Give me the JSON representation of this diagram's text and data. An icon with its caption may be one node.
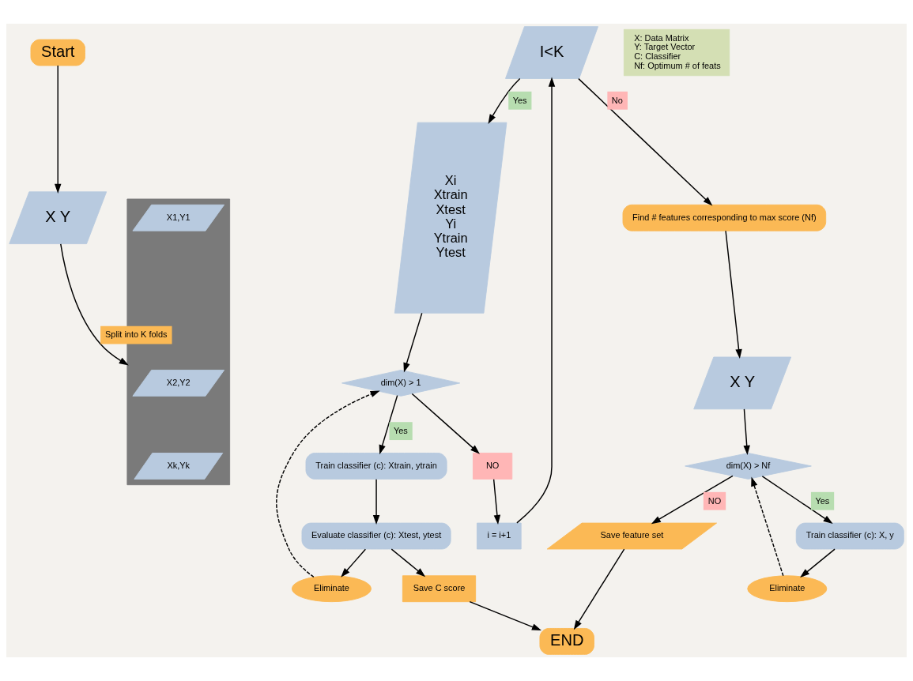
{
  "diagram": {
    "nodes": [
      {
        "text": [
          "Start"
        ]
      },
      {
        "text": [
          "X Y"
        ]
      },
      {
        "text": [],
        "shape": "box"
      },
      {
        "text": [
          "X1,Y1"
        ],
        "in": 2
      },
      {
        "text": [
          "X2,Y2"
        ],
        "in": 2
      },
      {
        "text": [
          "Xk,Yk"
        ],
        "in": 2
      },
      {
        "text": [
          "I<K"
        ]
      },
      {
        "text": [
          "Xi",
          "Xtrain",
          "Xtest",
          "Yi",
          "Ytrain",
          "Ytest"
        ]
      },
      {
        "text": [
          "dim(X) > 1"
        ]
      },
      {
        "text": [
          "NO"
        ]
      },
      {
        "text": [
          "i = i+1"
        ]
      },
      {
        "text": [
          "Train classifier (c): Xtrain, ytrain"
        ]
      },
      {
        "text": [
          "Evaluate classifier (c): Xtest, ytest"
        ]
      },
      {
        "text": [
          "Eliminate"
        ]
      },
      {
        "text": [
          "Save C score"
        ]
      },
      {
        "text": [
          "END"
        ]
      },
      {
        "text": [
          "Find # features corresponding to max score (Nf)"
        ]
      },
      {
        "text": [
          "X Y"
        ]
      },
      {
        "text": [
          "dim(X) > Nf"
        ]
      },
      {
        "text": [
          "Train classifier (c): X, y"
        ]
      },
      {
        "text": [
          "Eliminate"
        ]
      },
      {
        "text": [
          "Save feature set"
        ]
      },
      {
        "text": [
          "X: Data Matrix",
          "Y: Target Vector",
          "C: Classifier",
          "Nf: Optimum # of feats"
        ]
      }
    ],
    "edges": [
      {
        "from": 0,
        "to": 1,
        "arrow": "to"
      },
      {
        "from": 1,
        "to": 2,
        "arrow": "to",
        "label": "Split into K folds"
      },
      {
        "from": 6,
        "to": 7,
        "arrow": "to",
        "label": "Yes"
      },
      {
        "from": 6,
        "to": 16,
        "arrow": "to",
        "label": "No"
      },
      {
        "from": 7,
        "to": 8,
        "arrow": "to"
      },
      {
        "from": 8,
        "to": 9,
        "arrow": "to"
      },
      {
        "from": 9,
        "to": 10,
        "arrow": "to"
      },
      {
        "from": 10,
        "to": 6,
        "arrow": "to"
      },
      {
        "from": 8,
        "to": 11,
        "arrow": "to",
        "label": "Yes"
      },
      {
        "from": 11,
        "to": 12,
        "arrow": "to"
      },
      {
        "from": 12,
        "to": 13,
        "arrow": "to"
      },
      {
        "from": 13,
        "to": 8,
        "arrow": "to",
        "style": "dashed"
      },
      {
        "from": 12,
        "to": 14,
        "arrow": "to"
      },
      {
        "from": 14,
        "to": 15,
        "arrow": "to"
      },
      {
        "from": 16,
        "to": 17,
        "arrow": "to"
      },
      {
        "from": 17,
        "to": 18,
        "arrow": "to"
      },
      {
        "from": 18,
        "to": 19,
        "arrow": "to",
        "label": "Yes"
      },
      {
        "from": 19,
        "to": 20,
        "arrow": "to"
      },
      {
        "from": 20,
        "to": 18,
        "arrow": "to",
        "style": "dashed"
      },
      {
        "from": 18,
        "to": 21,
        "arrow": "to",
        "label": "NO"
      },
      {
        "from": 21,
        "to": 15,
        "arrow": "to"
      }
    ]
  }
}
